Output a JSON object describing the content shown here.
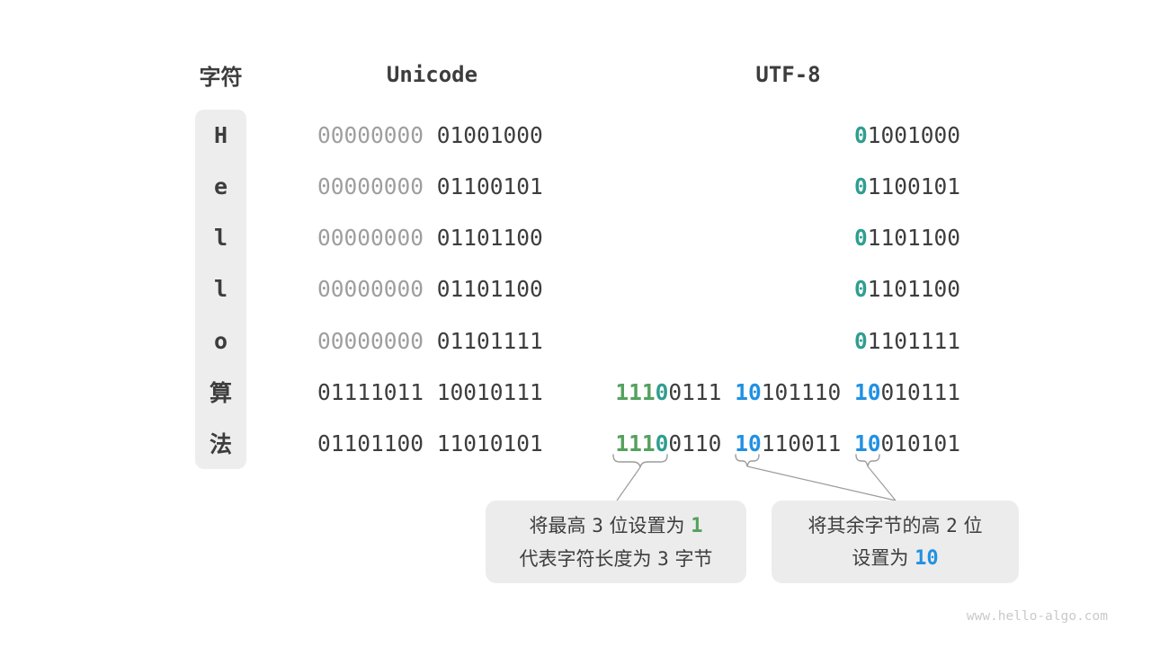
{
  "header": {
    "char": "字符",
    "unicode": "Unicode",
    "utf8": "UTF-8"
  },
  "colors": {
    "dark": "#3d3d3d",
    "gray": "#9e9e9e",
    "green": "#55a15e",
    "teal": "#2f9e90",
    "blue": "#2191e3",
    "pill_bg": "#ededed",
    "callout_bg": "#ececec",
    "line_gray": "#9c9c9c"
  },
  "rows": [
    {
      "char": "H",
      "unicode": [
        {
          "t": "00000000 ",
          "c": "gray"
        },
        {
          "t": "01001000",
          "c": "dark"
        }
      ],
      "utf8": [
        {
          "t": "0",
          "c": "teal"
        },
        {
          "t": "1001000",
          "c": "dark"
        }
      ]
    },
    {
      "char": "e",
      "unicode": [
        {
          "t": "00000000 ",
          "c": "gray"
        },
        {
          "t": "01100101",
          "c": "dark"
        }
      ],
      "utf8": [
        {
          "t": "0",
          "c": "teal"
        },
        {
          "t": "1100101",
          "c": "dark"
        }
      ]
    },
    {
      "char": "l",
      "unicode": [
        {
          "t": "00000000 ",
          "c": "gray"
        },
        {
          "t": "01101100",
          "c": "dark"
        }
      ],
      "utf8": [
        {
          "t": "0",
          "c": "teal"
        },
        {
          "t": "1101100",
          "c": "dark"
        }
      ]
    },
    {
      "char": "l",
      "unicode": [
        {
          "t": "00000000 ",
          "c": "gray"
        },
        {
          "t": "01101100",
          "c": "dark"
        }
      ],
      "utf8": [
        {
          "t": "0",
          "c": "teal"
        },
        {
          "t": "1101100",
          "c": "dark"
        }
      ]
    },
    {
      "char": "o",
      "unicode": [
        {
          "t": "00000000 ",
          "c": "gray"
        },
        {
          "t": "01101111",
          "c": "dark"
        }
      ],
      "utf8": [
        {
          "t": "0",
          "c": "teal"
        },
        {
          "t": "1101111",
          "c": "dark"
        }
      ]
    },
    {
      "char": "算",
      "unicode": [
        {
          "t": "01111011 10010111",
          "c": "dark"
        }
      ],
      "utf8": [
        {
          "t": "111",
          "c": "green"
        },
        {
          "t": "0",
          "c": "teal"
        },
        {
          "t": "0111 ",
          "c": "dark"
        },
        {
          "t": "10",
          "c": "blue"
        },
        {
          "t": "101110 ",
          "c": "dark"
        },
        {
          "t": "10",
          "c": "blue"
        },
        {
          "t": "010111",
          "c": "dark"
        }
      ]
    },
    {
      "char": "法",
      "unicode": [
        {
          "t": "01101100 11010101",
          "c": "dark"
        }
      ],
      "utf8": [
        {
          "t": "111",
          "c": "green"
        },
        {
          "t": "0",
          "c": "teal"
        },
        {
          "t": "0110 ",
          "c": "dark"
        },
        {
          "t": "10",
          "c": "blue"
        },
        {
          "t": "110011 ",
          "c": "dark"
        },
        {
          "t": "10",
          "c": "blue"
        },
        {
          "t": "010101",
          "c": "dark"
        }
      ]
    }
  ],
  "callouts": {
    "left": {
      "lines": [
        [
          {
            "t": "将最高 ",
            "c": "text"
          },
          {
            "t": "3",
            "c": "num"
          },
          {
            "t": " 位设置为 ",
            "c": "text"
          },
          {
            "t": "1",
            "c": "green"
          }
        ],
        [
          {
            "t": "代表字符长度为 ",
            "c": "text"
          },
          {
            "t": "3",
            "c": "num"
          },
          {
            "t": " 字节",
            "c": "text"
          }
        ]
      ]
    },
    "right": {
      "lines": [
        [
          {
            "t": "将其余字节的高 ",
            "c": "text"
          },
          {
            "t": "2",
            "c": "num"
          },
          {
            "t": " 位",
            "c": "text"
          }
        ],
        [
          {
            "t": "设置为 ",
            "c": "text"
          },
          {
            "t": "10",
            "c": "blue"
          }
        ]
      ]
    }
  },
  "watermark": "www.hello-algo.com"
}
